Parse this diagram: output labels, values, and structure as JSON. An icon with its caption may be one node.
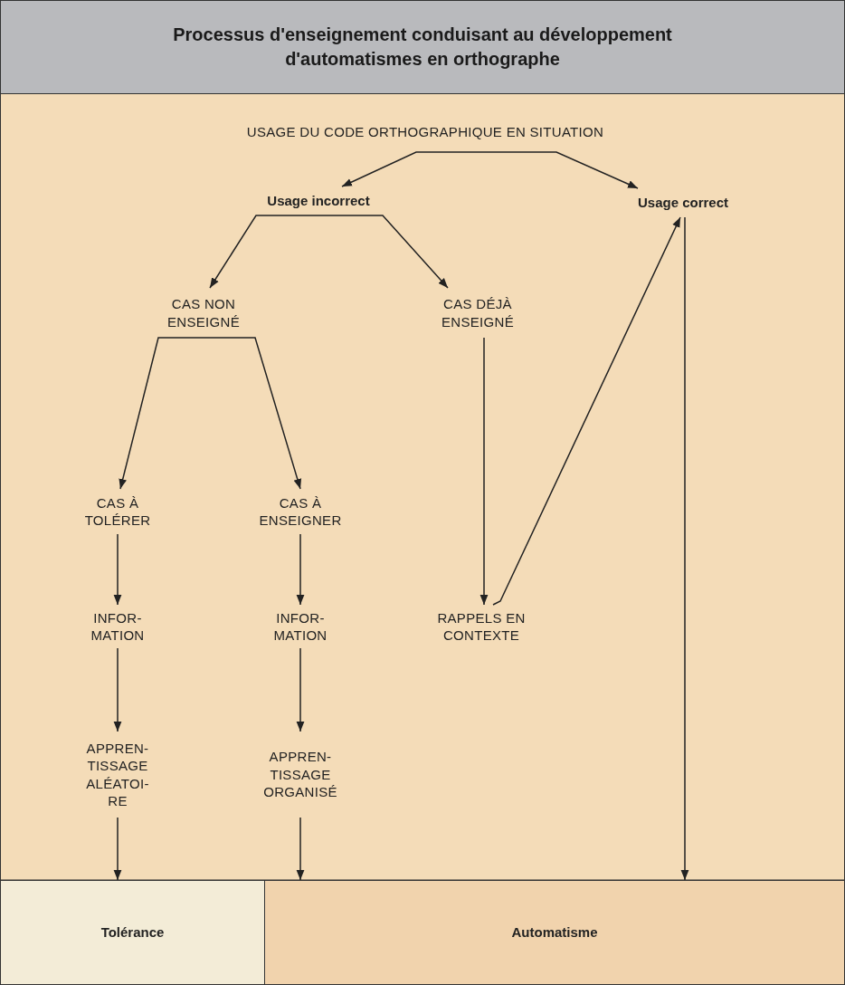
{
  "diagram": {
    "title": "Processus d'enseignement conduisant au développement d'automatismes en orthographe",
    "nodes": [
      {
        "text": [
          "USAGE DU CODE ORTHOGRAPHIQUE EN SITUATION"
        ]
      },
      {
        "text": [
          "Usage incorrect"
        ]
      },
      {
        "text": [
          "Usage correct"
        ]
      },
      {
        "text": [
          "CAS NON ENSEIGNÉ"
        ]
      },
      {
        "text": [
          "CAS DÉJÀ ENSEIGNÉ"
        ]
      },
      {
        "text": [
          "CAS À TOLÉRER"
        ]
      },
      {
        "text": [
          "CAS À ENSEIGNER"
        ]
      },
      {
        "text": [
          "INFOR-MATION"
        ]
      },
      {
        "text": [
          "INFOR-MATION"
        ]
      },
      {
        "text": [
          "RAPPELS EN CONTEXTE"
        ]
      },
      {
        "text": [
          "APPREN-TISSAGE ALÉATOI-RE"
        ]
      },
      {
        "text": [
          "APPREN-TISSAGE ORGANISÉ"
        ]
      },
      {
        "text": [
          "Tolérance"
        ]
      },
      {
        "text": [
          "Automatisme"
        ]
      }
    ],
    "edges": [
      {
        "from": 0,
        "to": 1,
        "arrow": "to"
      },
      {
        "from": 0,
        "to": 2,
        "arrow": "to"
      },
      {
        "from": 1,
        "to": 3,
        "arrow": "to"
      },
      {
        "from": 1,
        "to": 4,
        "arrow": "to"
      },
      {
        "from": 3,
        "to": 5,
        "arrow": "to"
      },
      {
        "from": 3,
        "to": 6,
        "arrow": "to"
      },
      {
        "from": 5,
        "to": 7,
        "arrow": "to"
      },
      {
        "from": 6,
        "to": 8,
        "arrow": "to"
      },
      {
        "from": 4,
        "to": 9,
        "arrow": "to"
      },
      {
        "from": 9,
        "to": 2,
        "arrow": "to"
      },
      {
        "from": 7,
        "to": 10,
        "arrow": "to"
      },
      {
        "from": 8,
        "to": 11,
        "arrow": "to"
      },
      {
        "from": 10,
        "to": 12,
        "arrow": "to"
      },
      {
        "from": 11,
        "to": 13,
        "arrow": "to"
      },
      {
        "from": 2,
        "to": 13,
        "arrow": "to"
      }
    ]
  }
}
